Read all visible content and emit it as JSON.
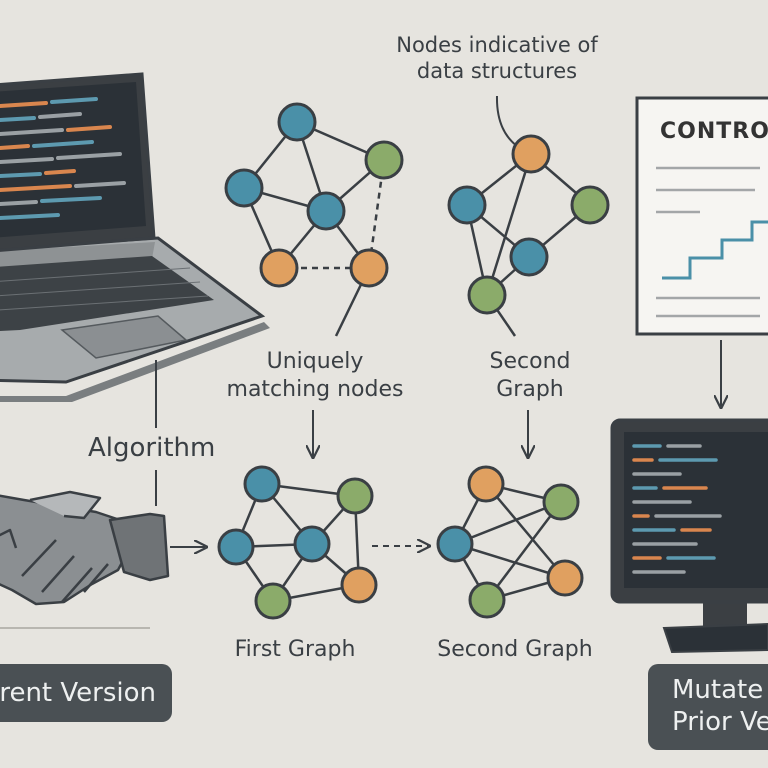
{
  "labels": {
    "nodes_indicative_line1": "Nodes indicative of",
    "nodes_indicative_line2": "data structures",
    "uniquely_matching_line1": "Uniquely",
    "uniquely_matching_line2": "matching nodes",
    "second_graph_top_line1": "Second",
    "second_graph_top_line2": "Graph",
    "algorithm": "Algorithm",
    "first_graph": "First Graph",
    "second_graph": "Second Graph",
    "control_doc_title": "CONTROL",
    "current_version": "rent Version",
    "mutated_line1": "Mutate",
    "mutated_line2": "Prior Ve"
  },
  "colors": {
    "background": "#e6e4df",
    "node_blue": "#4a90a8",
    "node_green": "#8bab6a",
    "node_orange": "#e0a060",
    "outline": "#3a3f44",
    "screen": "#2b3137",
    "pill": "#4a5054"
  },
  "icons": [
    "laptop-icon",
    "handshake-icon",
    "monitor-icon",
    "control-document-icon"
  ]
}
